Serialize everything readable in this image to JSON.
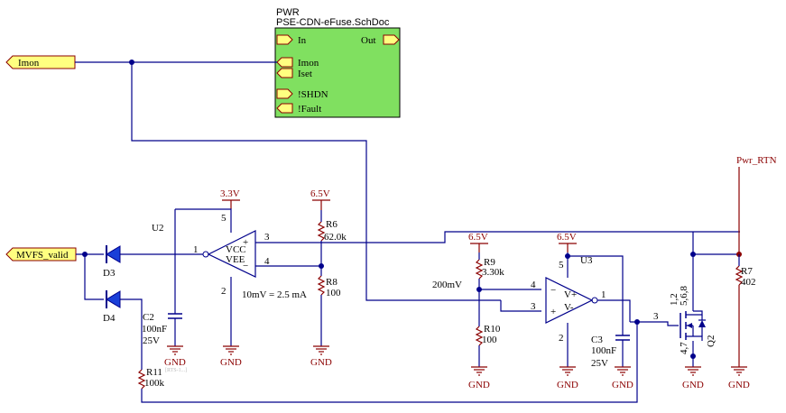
{
  "sheet": {
    "designator": "PWR",
    "filename": "PSE-CDN-eFuse.SchDoc",
    "ports": [
      "In",
      "Out",
      "Imon",
      "Iset",
      "!SHDN",
      "!Fault"
    ]
  },
  "ports": {
    "imon": "Imon",
    "mvfs": "MVFS_valid"
  },
  "power": {
    "v33": "3.3V",
    "v65_r6": "6.5V",
    "v65_r9": "6.5V",
    "v65_u3": "6.5V",
    "gnd": "GND",
    "pwr_rtn": "Pwr_RTN"
  },
  "u2": {
    "ref": "U2",
    "vcc": "VCC",
    "vee": "VEE",
    "pin1": "1",
    "pin2": "2",
    "pin3": "3",
    "pin4": "4",
    "pin5": "5",
    "plus": "+",
    "minus": "−",
    "note": "10mV = 2.5 mA"
  },
  "u3": {
    "ref": "U3",
    "vplus": "V+",
    "vminus": "V-",
    "pin1": "1",
    "pin2": "2",
    "pin3": "3",
    "pin4": "4",
    "pin5": "5",
    "plus": "+",
    "minus": "−"
  },
  "net_200mv": "200mV",
  "diodes": {
    "d3": "D3",
    "d4": "D4"
  },
  "c2": {
    "ref": "C2",
    "value": "100nF",
    "rating": "25V"
  },
  "c3": {
    "ref": "C3",
    "value": "100nF",
    "rating": "25V"
  },
  "r6": {
    "ref": "R6",
    "value": "62.0k"
  },
  "r8": {
    "ref": "R8",
    "value": "100"
  },
  "r9": {
    "ref": "R9",
    "value": "3.30k"
  },
  "r10": {
    "ref": "R10",
    "value": "100"
  },
  "r11": {
    "ref": "R11",
    "value": "100k",
    "faint": "[RTS-1...]"
  },
  "r7": {
    "ref": "R7",
    "value": "402"
  },
  "q2": {
    "ref": "Q2",
    "pins_top": "1,2",
    "pins_top2": "5,6,8",
    "pins_bottom": "4,7",
    "gate": "3"
  }
}
